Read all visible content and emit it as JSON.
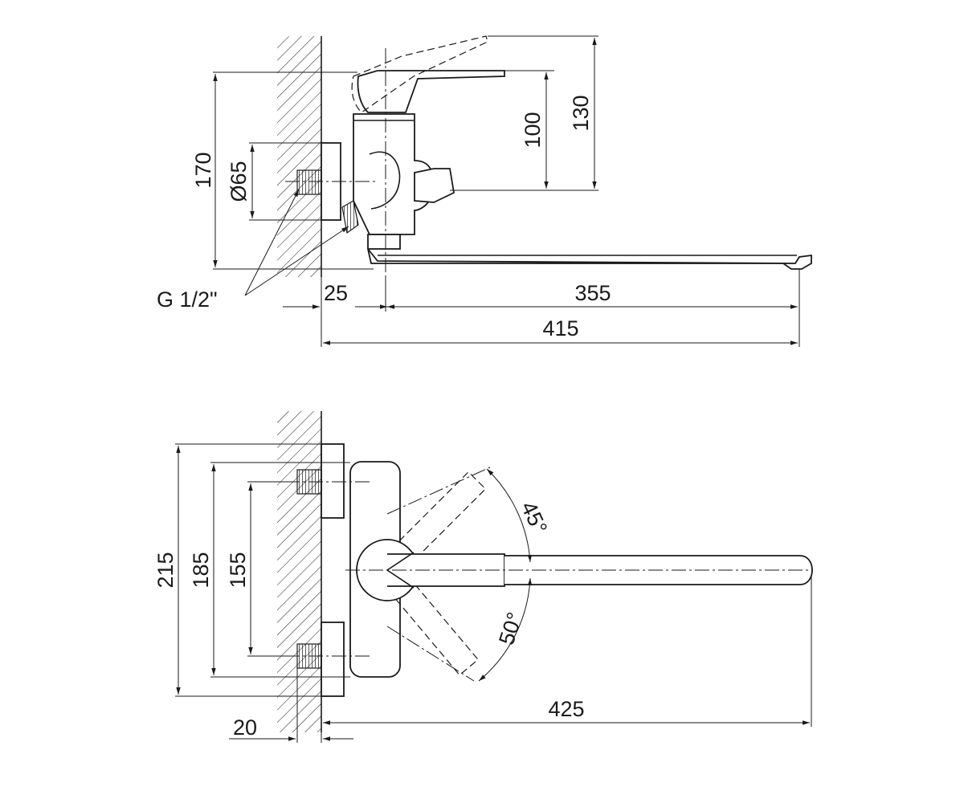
{
  "side_view": {
    "dim_height_total": "170",
    "dim_inlet_diameter": "Ø65",
    "dim_handle_height": "100",
    "dim_handle_raised": "130",
    "dim_wall_offset": "25",
    "dim_spout_reach": "355",
    "dim_total_length": "415",
    "thread_label": "G 1/2\""
  },
  "top_view": {
    "dim_outer_width": "215",
    "dim_flange_width": "185",
    "dim_inlet_spacing": "155",
    "dim_wall_gap": "20",
    "dim_spout_length": "425",
    "angle_up": "45°",
    "angle_down": "50°"
  },
  "colors": {
    "ink": "#1a1a1a",
    "background": "#ffffff"
  }
}
